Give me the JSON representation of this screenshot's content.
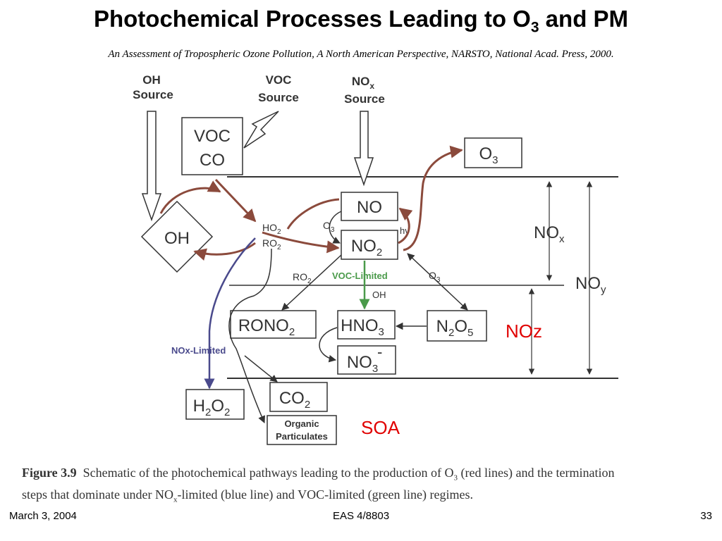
{
  "slide": {
    "title_main": "Photochemical Processes Leading to O",
    "title_sub": "3",
    "title_end": " and PM",
    "citation": "An Assessment of Tropospheric Ozone Pollution, A North American Perspective, NARSTO, National Acad. Press, 2000."
  },
  "diagram": {
    "oh_source_1": "OH",
    "oh_source_2": "Source",
    "voc_source_1": "VOC",
    "voc_source_2": "Source",
    "nox_source_1": "NO",
    "nox_source_sub": "x",
    "nox_source_2": "Source",
    "voc_box_1": "VOC",
    "voc_box_2": "CO",
    "o3_box": "O",
    "o3_box_sub": "3",
    "oh_box": "OH",
    "no_box": "NO",
    "no2_box": "NO",
    "no2_box_sub": "2",
    "ho2": "HO",
    "ho2_sub": "2",
    "ro2": "RO",
    "ro2_sub": "2",
    "o3_small": "O",
    "o3_small_sub": "3",
    "hv": "hv",
    "ro2_lower": "RO",
    "ro2_lower_sub": "2",
    "voc_limited": "VOC-Limited",
    "o3_lower": "O",
    "o3_lower_sub": "3",
    "oh_small": "OH",
    "rono2_main": "RONO",
    "rono2_sub": "2",
    "hno3_main": "HNO",
    "hno3_sub": "3",
    "n2o5_a": "N",
    "n2o5_sub1": "2",
    "n2o5_b": "O",
    "n2o5_sub2": "5",
    "no3_main": "NO",
    "no3_sub": "3",
    "no3_sup": "-",
    "nox_limited": "NOx-Limited",
    "h2o2_a": "H",
    "h2o2_sub1": "2",
    "h2o2_b": "O",
    "h2o2_sub2": "2",
    "co2_main": "CO",
    "co2_sub": "2",
    "organic_1": "Organic",
    "organic_2": "Particulates",
    "nox_label": "NO",
    "nox_label_sub": "x",
    "noy_label": "NO",
    "noy_label_sub": "y",
    "noz_label": "NOz",
    "soa_label": "SOA"
  },
  "caption": {
    "figure_label": "Figure 3.9",
    "text_1": "Schematic of the photochemical pathways leading to the production of O",
    "text_1_sub": "3",
    "text_2": " (red lines) and the termination",
    "text_3": "steps that dominate under NO",
    "text_3_sub": "x",
    "text_4": "-limited (blue line) and VOC-limited (green line) regimes."
  },
  "footer": {
    "date": "March 3, 2004",
    "course": "EAS 4/8803",
    "page": "33"
  },
  "colors": {
    "red_path": "#8b4a3c",
    "blue_path": "#4a4a8c",
    "green_path": "#4a9a4a",
    "highlight_red": "#e00000",
    "dark_line": "#333333"
  }
}
